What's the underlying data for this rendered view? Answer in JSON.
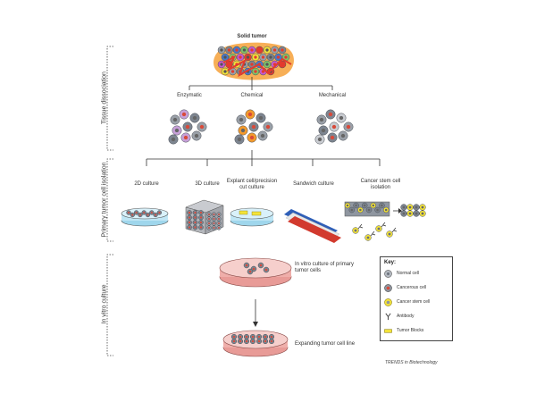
{
  "title": "Solid tumor",
  "stages": {
    "dissociation": "Tissue dissociation",
    "isolation": "Primary tumor cell isolation",
    "culture": "In vitro culture"
  },
  "dissociation_methods": [
    "Enzymatic",
    "Chemical",
    "Mechanical"
  ],
  "isolation_methods": [
    "2D culture",
    "3D culture",
    "Explant cell/precision cut culture",
    "Sandwich culture",
    "Cancer stem cell isolation"
  ],
  "culture_steps": [
    "In vitro culture of primary tumor cells",
    "Expanding tumor cell line"
  ],
  "key": {
    "title": "Key:",
    "items": [
      {
        "label": "Normal cell",
        "icon": "normal-cell-icon"
      },
      {
        "label": "Cancerous cell",
        "icon": "cancerous-cell-icon"
      },
      {
        "label": "Cancer stem cell",
        "icon": "cancer-stem-cell-icon"
      },
      {
        "label": "Antibody",
        "icon": "antibody-icon"
      },
      {
        "label": "Tumor Blocks",
        "icon": "tumor-block-icon"
      }
    ]
  },
  "credit": "TRENDS in Biotechnology",
  "colors": {
    "normal": "#9aa0a8",
    "cancer": "#7d8590",
    "stem": "#f3e33a",
    "red": "#e23b2e",
    "orange": "#f39a2c",
    "dish": "#bfe6f5",
    "pink": "#f2b7b4"
  }
}
